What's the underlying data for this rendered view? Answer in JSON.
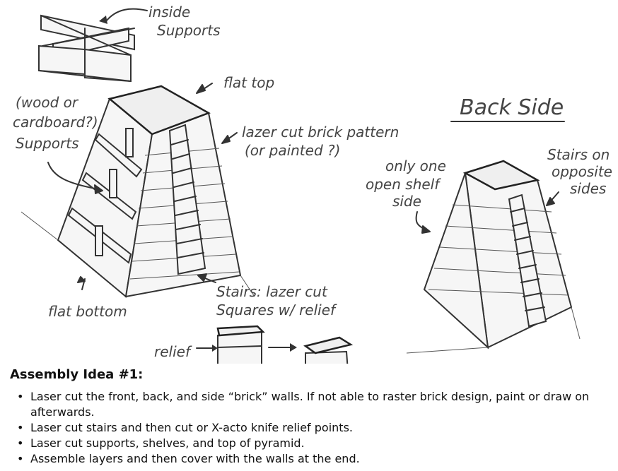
{
  "labels": {
    "inside_supports_1": "inside",
    "inside_supports_2": "Supports",
    "flat_top": "flat top",
    "supports_1": "(wood or",
    "supports_2": "cardboard?)",
    "supports_3": "Supports",
    "lazer_1": "lazer cut brick pattern",
    "lazer_2": "(or painted ?)",
    "stairs_1": "Stairs: lazer cut",
    "stairs_2": "Squares w/ relief",
    "flat_bottom": "flat bottom",
    "relief": "relief",
    "back_side": "Back Side",
    "only_1": "only one",
    "only_2": "open shelf",
    "only_3": "side",
    "stairs_opp_1": "Stairs on",
    "stairs_opp_2": "opposite",
    "stairs_opp_3": "sides"
  },
  "notes": {
    "heading": "Assembly Idea #1:",
    "items": [
      "Laser cut the front, back, and side “brick” walls. If not able to raster brick design, paint or draw on afterwards.",
      "Laser cut stairs and then cut or X-acto knife relief points.",
      "Laser cut supports, shelves, and top of pyramid.",
      "Assemble layers and then cover with the walls at the end."
    ]
  }
}
